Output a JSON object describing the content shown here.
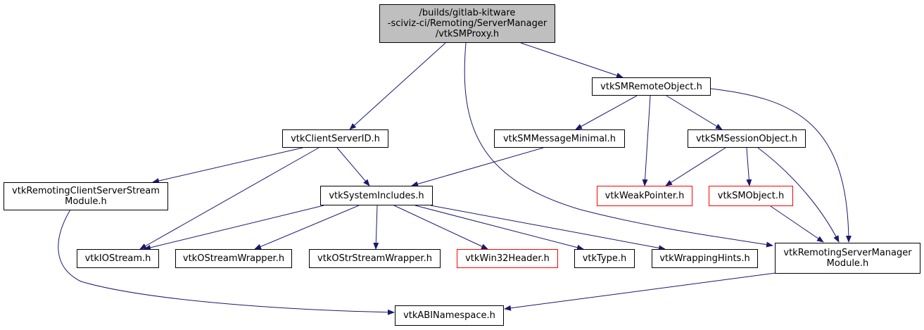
{
  "colors": {
    "edge": "#191970",
    "root_fill": "#bfbfbf",
    "missing_border": "#ff0000",
    "normal_border": "#000000"
  },
  "nodes": {
    "root": "/builds/gitlab-kitware\n-sciviz-ci/Remoting/ServerManager\n/vtkSMProxy.h",
    "remote_object": "vtkSMRemoteObject.h",
    "client_server_id": "vtkClientServerID.h",
    "message_minimal": "vtkSMMessageMinimal.h",
    "session_object": "vtkSMSessionObject.h",
    "remoting_cs_stream": "vtkRemotingClientServerStream\nModule.h",
    "system_includes": "vtkSystemIncludes.h",
    "weak_pointer": "vtkWeakPointer.h",
    "sm_object": "vtkSMObject.h",
    "iostream": "vtkIOStream.h",
    "ostream_wrapper": "vtkOStreamWrapper.h",
    "ostr_stream_wrapper": "vtkOStrStreamWrapper.h",
    "win32_header": "vtkWin32Header.h",
    "type": "vtkType.h",
    "wrapping_hints": "vtkWrappingHints.h",
    "remoting_sm": "vtkRemotingServerManager\nModule.h",
    "abi_namespace": "vtkABINamespace.h"
  }
}
